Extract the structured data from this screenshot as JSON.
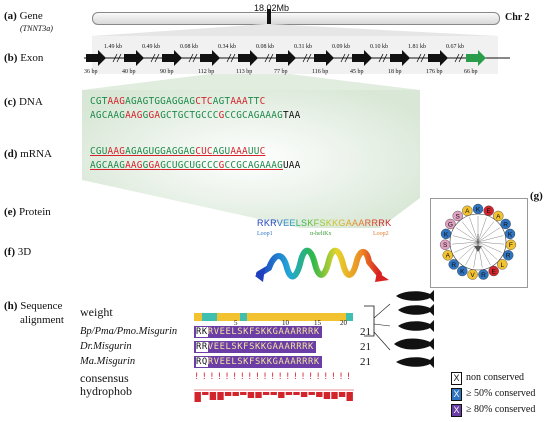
{
  "panels": {
    "a": {
      "tag": "(a)",
      "title": "Gene",
      "subtitle": "(TNNT3a)",
      "position": "18.02Mb",
      "chromosome": "Chr 2"
    },
    "b": {
      "tag": "(b)",
      "title": "Exon",
      "introns": [
        "1.49 kb",
        "0.49 kb",
        "0.08 kb",
        "0.34 kb",
        "0.08 kb",
        "0.31 kb",
        "0.09 kb",
        "0.10 kb",
        "1.81 kb",
        "0.67 kb"
      ],
      "exons": [
        "36 bp",
        "40 bp",
        "90 bp",
        "112 bp",
        "113 bp",
        "77 bp",
        "116 bp",
        "45 bp",
        "18 bp",
        "176 bp",
        "66 bp"
      ]
    },
    "c": {
      "tag": "(c)",
      "title": "DNA",
      "line1": [
        "CGT",
        "AAG",
        "AGAGTGGAGGAG",
        "CTC",
        "AGT",
        "AAA",
        "TT",
        "C"
      ],
      "line2": [
        "AGCAAG",
        "AAG",
        "G",
        "GA",
        "GCTGCTGCCC",
        "G",
        "CCGCAGAAAG",
        "TAA"
      ]
    },
    "d": {
      "tag": "(d)",
      "title": "mRNA",
      "line1": [
        "CGU",
        "AAG",
        "AGAGUGGAGGAG",
        "CUC",
        "AGU",
        "AAA",
        "UU",
        "C"
      ],
      "line2": [
        "AGCAAG",
        "AAG",
        "G",
        "GA",
        "GCUGCUGCCC",
        "G",
        "CCGCAGAAAG",
        "UAA"
      ]
    },
    "e": {
      "tag": "(e)",
      "title": "Protein",
      "sequence": "RKRVEELSKFSKKGAAARRRK",
      "loop1": "Loop1",
      "helix": "α-heliKx",
      "loop2": "Loop2"
    },
    "f": {
      "tag": "(f)",
      "title": "3D"
    },
    "g": {
      "tag": "(g)",
      "wheel": [
        "K",
        "E",
        "A",
        "R",
        "K",
        "F",
        "R",
        "L",
        "E",
        "R",
        "V",
        "K",
        "R",
        "A",
        "S",
        "K",
        "G",
        "S",
        "A"
      ]
    },
    "h": {
      "tag": "(h)",
      "title1": "Sequence",
      "title2": "alignment",
      "weight_label": "weight",
      "ticks": [
        "5",
        "10",
        "15",
        "20"
      ],
      "rows": [
        {
          "name": "Bp/Pma/Pmo.Misgurin",
          "first": "RK",
          "seq": "RVEELSKFSKKGAAARRRK",
          "len": "21"
        },
        {
          "name": "Dr.Misgurin",
          "first": "RR",
          "seq": "VEELSKFSKKGAAARRRK",
          "len": "21"
        },
        {
          "name": "Ma.Misgurin",
          "first": "RQ",
          "seq": "RVEELSKFSKKGAAARRRK",
          "len": "21"
        }
      ],
      "consensus_label": "consensus",
      "consensus_marks": "!!!!!!!!!!!!!!!!!!!!!",
      "hydrophob_label": "hydrophob"
    },
    "legend": [
      {
        "box": "X",
        "label": "non conserved",
        "color": "#ffffff",
        "text_color": "#111111"
      },
      {
        "box": "X",
        "label": "≥ 50% conserved",
        "color": "#2f74c0",
        "text_color": "#ffffff"
      },
      {
        "box": "X",
        "label": "≥ 80% conserved",
        "color": "#6a3ea6",
        "text_color": "#ffffff"
      }
    ]
  },
  "colors": {
    "red": "#d3242b",
    "green": "#1e8a4a",
    "purple": "#6a3ea6",
    "blue": "#2f74c0",
    "exon_green": "#2a9d4a"
  }
}
